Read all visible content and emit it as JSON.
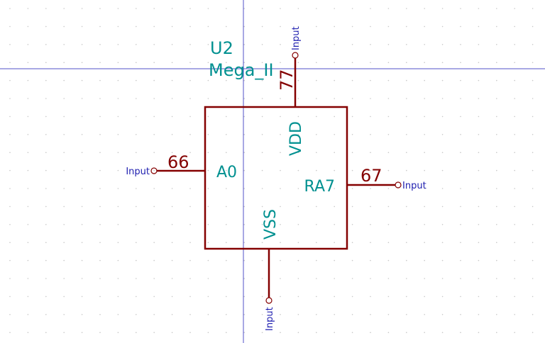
{
  "symbol": {
    "value": "Mega_II",
    "reference": "U2",
    "body_color": "#840000",
    "text_color": "#009090",
    "pins": [
      {
        "name": "VDD",
        "number": "77",
        "type": "Input",
        "side": "top"
      },
      {
        "name": "A0",
        "number": "66",
        "type": "Input",
        "side": "left"
      },
      {
        "name": "RA7",
        "number": "67",
        "type": "Input",
        "side": "right"
      },
      {
        "name": "VSS",
        "number": "",
        "type": "Input",
        "side": "bottom"
      }
    ]
  },
  "crosshair_color": "#4040c0"
}
